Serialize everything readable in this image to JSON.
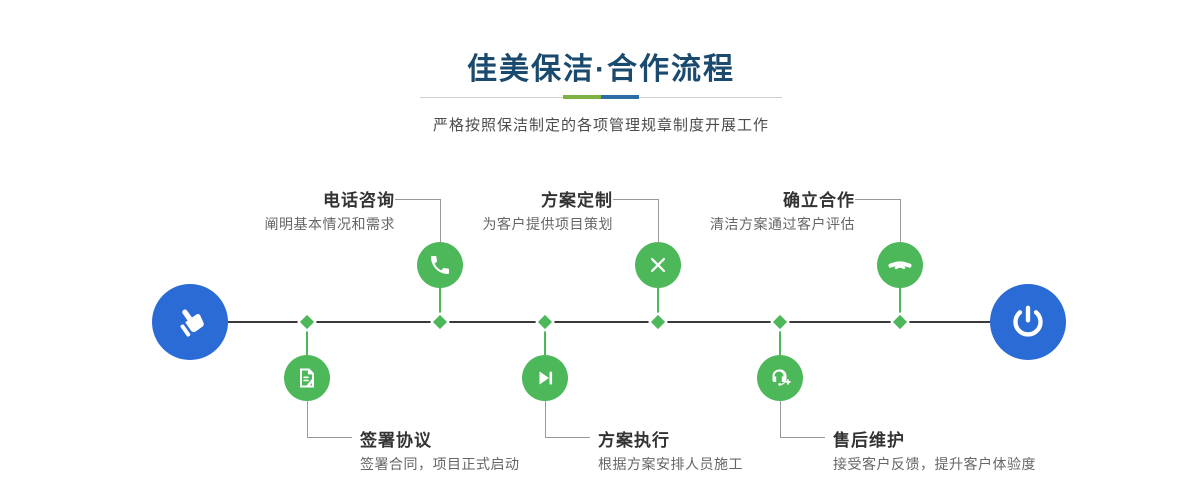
{
  "header": {
    "title": "佳美保洁·合作流程",
    "subtitle": "严格按照保洁制定的各项管理规章制度开展工作"
  },
  "colors": {
    "title_navy": "#1b4a6f",
    "step_green": "#4db85a",
    "endpoint_blue": "#2b6bd5",
    "divider_green": "#7cb342",
    "divider_blue": "#2e6da4"
  },
  "flow": {
    "start": {
      "icon": "hand-pointer-icon"
    },
    "end": {
      "icon": "power-icon"
    },
    "top_steps": [
      {
        "label": "电话咨询",
        "desc": "阐明基本情况和需求",
        "icon": "phone-icon"
      },
      {
        "label": "方案定制",
        "desc": "为客户提供项目策划",
        "icon": "design-icon"
      },
      {
        "label": "确立合作",
        "desc": "清洁方案通过客户评估",
        "icon": "handshake-icon"
      }
    ],
    "bottom_steps": [
      {
        "label": "签署协议",
        "desc": "签署合同，项目正式启动",
        "icon": "contract-icon"
      },
      {
        "label": "方案执行",
        "desc": "根据方案安排人员施工",
        "icon": "play-icon"
      },
      {
        "label": "售后维护",
        "desc": "接受客户反馈，提升客户体验度",
        "icon": "headset-plus-icon"
      }
    ]
  }
}
